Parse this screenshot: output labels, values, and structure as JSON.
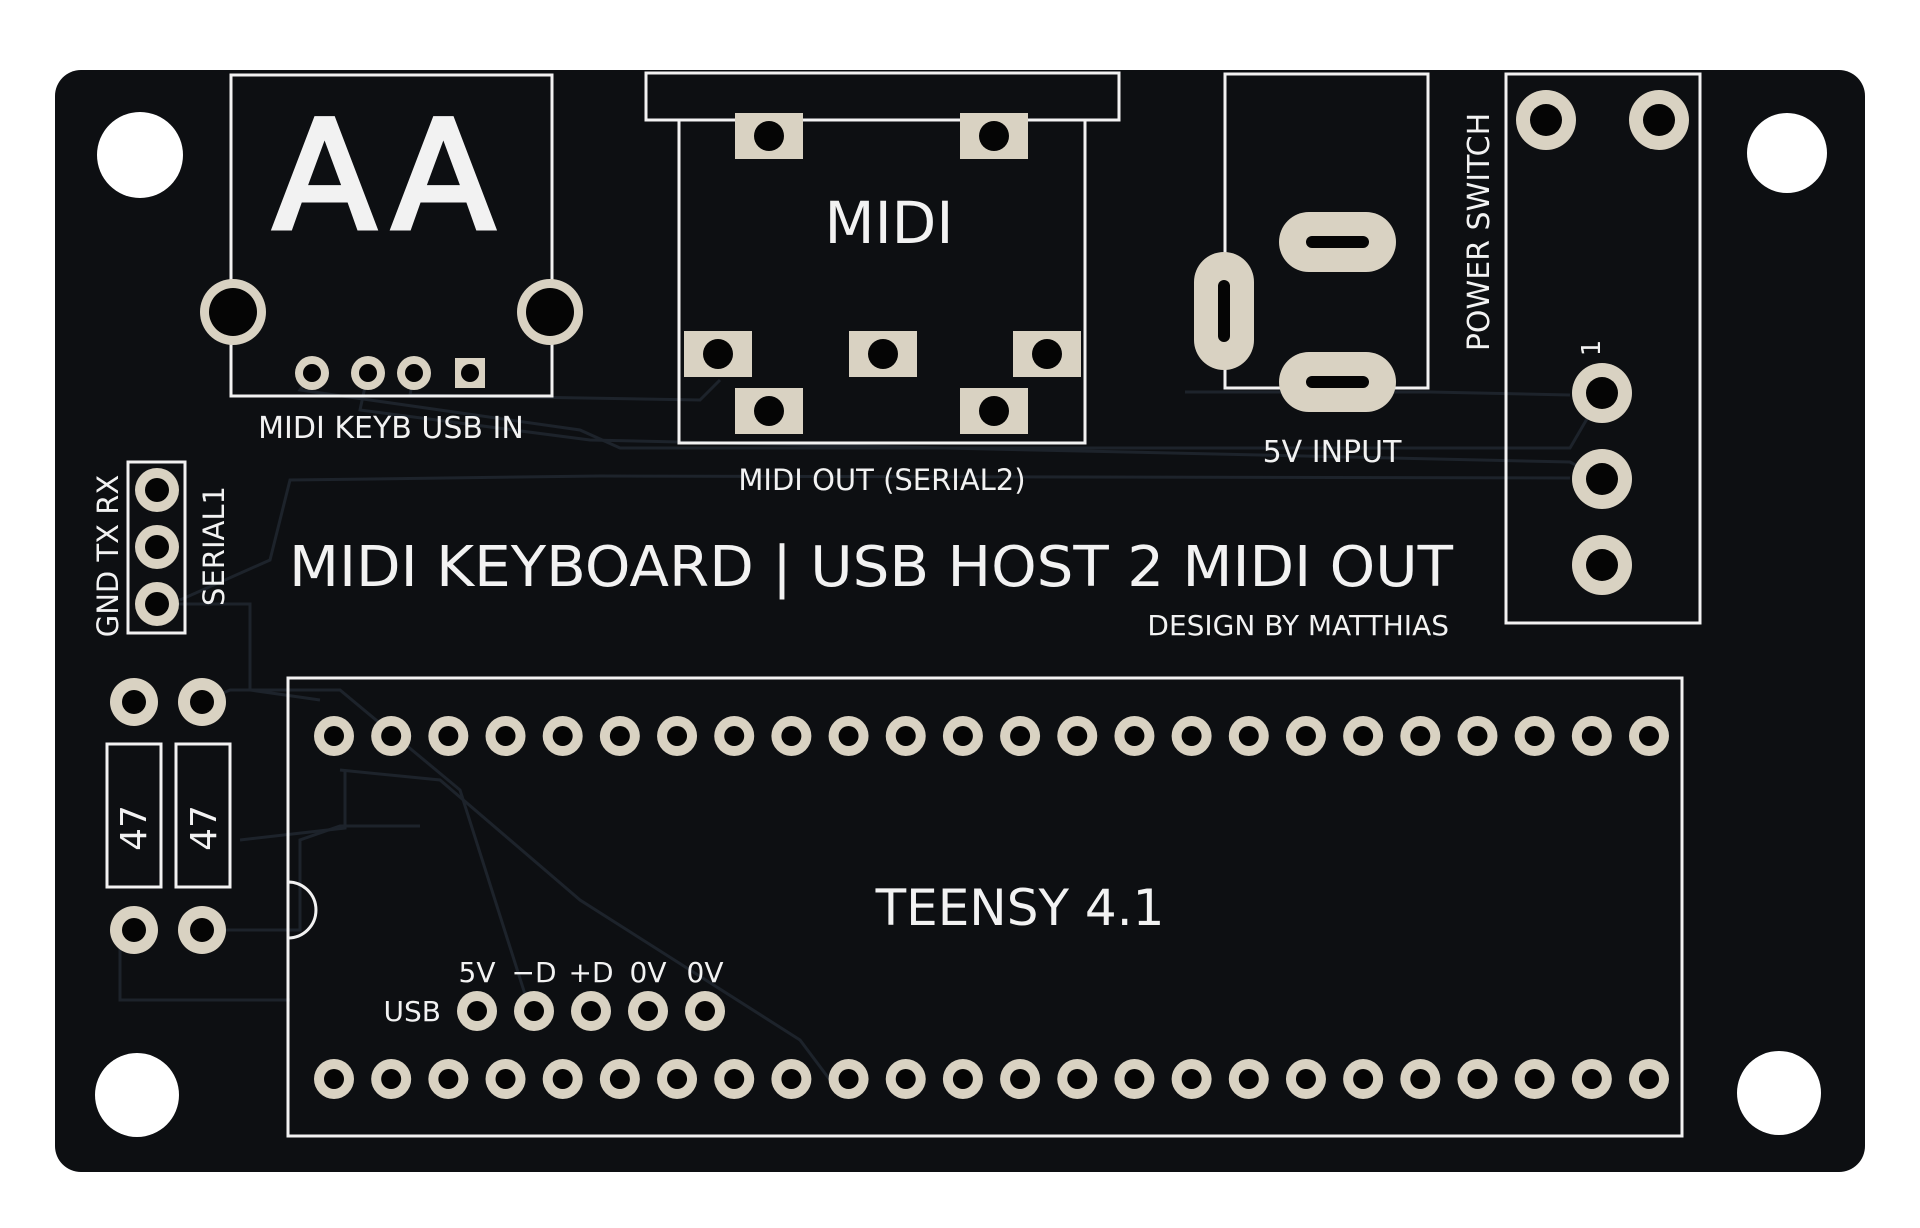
{
  "board": {
    "colors": {
      "background": "#ffffff",
      "pcb": "#0d0f12",
      "silkscreen": "#f2f2f2",
      "copper_pad": "#d9d2c2",
      "trace": "#1d232b",
      "hole": "#050505"
    },
    "labels": {
      "usb_connector_glyph": "AA",
      "midi_connector": "MIDI",
      "midi_keyb_usb_in": "MIDI KEYB USB IN",
      "midi_out": "MIDI OUT (SERIAL2)",
      "five_v_input": "5V INPUT",
      "power_switch": "POWER SWITCH",
      "pin_one": "1",
      "serial_header_pins": "GND TX RX",
      "serial1": "SERIAL1",
      "title": "MIDI KEYBOARD | USB HOST 2 MIDI OUT",
      "design_by": "DESIGN BY MATTHIAS",
      "resistor_left": "47",
      "resistor_right": "47",
      "teensy": "TEENSY 4.1",
      "usb_row_label": "USB",
      "usb_pin_labels": [
        "5V",
        "−D",
        "+D",
        "0V",
        "0V"
      ]
    },
    "teensy_pins_per_row": 24
  }
}
